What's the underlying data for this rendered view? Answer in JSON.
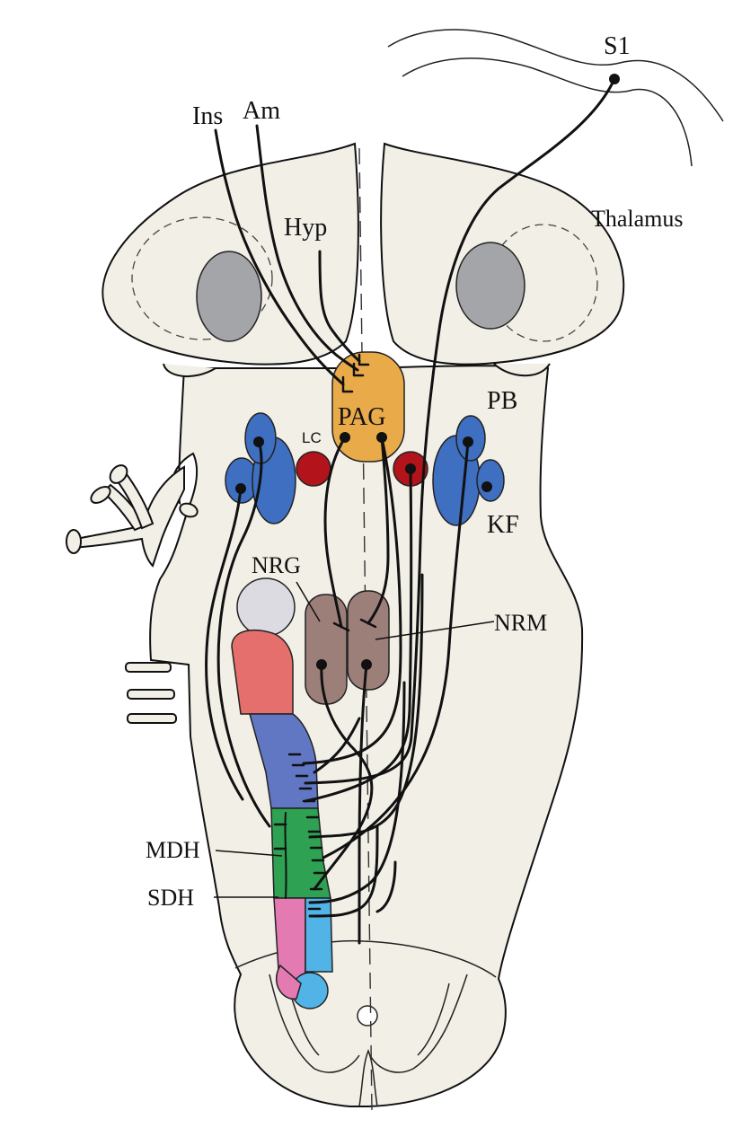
{
  "figure": {
    "colors": {
      "tissue": "#f2efe7",
      "thalamus_core": "#a3a5a8",
      "pag": "#e9ab4a",
      "lc": "#b3141b",
      "pb_kf": "#3f6fc0",
      "nucleus_grey": "#dddbe2",
      "nrm_nrg": "#9d7f7a",
      "red_column": "#e56f6c",
      "blue_column": "#6177c4",
      "green_column": "#2ea153",
      "pink_column": "#e47ab2",
      "cyan_column": "#52b3e6"
    },
    "labels": {
      "s1": "S1",
      "ins": "Ins",
      "am": "Am",
      "hyp": "Hyp",
      "thalamus": "Thalamus",
      "pag": "PAG",
      "lc": "LC",
      "pb": "PB",
      "kf": "KF",
      "nrg": "NRG",
      "nrm": "NRM",
      "mdh": "MDH",
      "sdh": "SDH"
    }
  }
}
